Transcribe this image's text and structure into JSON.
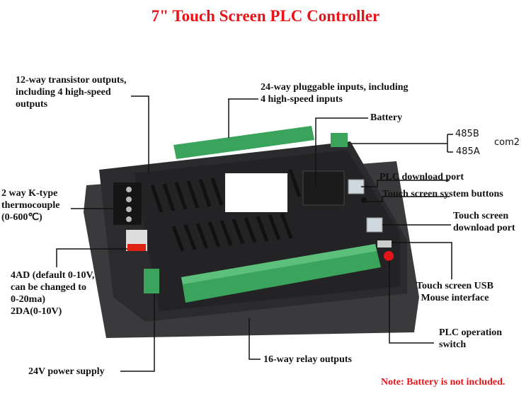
{
  "title": "7\" Touch Screen PLC Controller",
  "labels": {
    "transistor_outputs": [
      "12-way transistor outputs,",
      "including 4 high-speed",
      "outputs"
    ],
    "pluggable_inputs": [
      "24-way pluggable inputs, including",
      "4 high-speed inputs"
    ],
    "battery": "Battery",
    "rs485_b": "485B",
    "rs485_a": "485A",
    "com2": "com2",
    "plc_download_port": "PLC download port",
    "system_buttons": "Touch screen system buttons",
    "ts_download_port": [
      "Touch screen",
      "download port"
    ],
    "usb_mouse": [
      "Touch screen USB",
      "Mouse interface"
    ],
    "operation_switch": [
      "PLC operation",
      "switch"
    ],
    "relay_outputs": "16-way relay outputs",
    "power_supply": "24V power supply",
    "thermocouple": [
      "2 way K-type",
      "thermocouple",
      "(0-600℃)"
    ],
    "analog": [
      "4AD (default 0-10V,",
      "can be changed to",
      "0-20ma)",
      "2DA(0-10V)"
    ]
  },
  "note": "Note: Battery is not included.",
  "colors": {
    "title": "#e8141a",
    "terminal": "#3aa35c",
    "housing": "#2e2e30"
  }
}
